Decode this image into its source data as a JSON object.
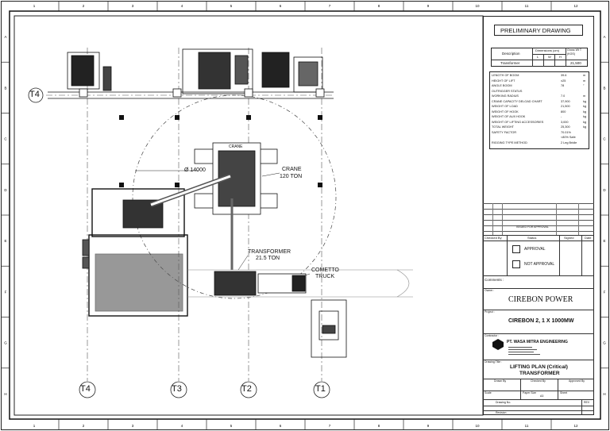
{
  "border": {
    "cols": [
      "1",
      "2",
      "3",
      "4",
      "5",
      "6",
      "7",
      "8",
      "9",
      "10",
      "11",
      "12"
    ],
    "rows": [
      "A",
      "B",
      "C",
      "D",
      "E",
      "F",
      "G",
      "H"
    ]
  },
  "drawing": {
    "grid_labels": [
      "T4",
      "T3",
      "T2",
      "T1"
    ],
    "rotated_label": "CRANE",
    "radius_label": "Ø 14000",
    "crane_label": "CRANE",
    "crane_capacity": "120 TON",
    "transformer_label": "TRANSFORMER",
    "transformer_weight": "21.5 TON",
    "truck_label": "COMETTO",
    "truck_label2": "TRUCK"
  },
  "title_block": {
    "status": "PRELIMINARY DRAWING",
    "dims_table": {
      "desc_header": "Description",
      "dims_header": "Dimensions (cm)",
      "weight_header": "Gross Wt T (KGS)",
      "sub_headers": [
        "L",
        "W",
        "H"
      ],
      "row_desc": "Transformer",
      "row_weight": "21,500"
    },
    "spec_rows": [
      {
        "label": "LENGTH OF BOOM",
        "value": "39.6",
        "unit": "m"
      },
      {
        "label": "HEIGHT OF LIFT",
        "value": "±25",
        "unit": "m"
      },
      {
        "label": "ANGLE BOOM",
        "value": "78",
        "unit": "°"
      },
      {
        "label": "OUTRIGGER STATUS",
        "value": "",
        "unit": ""
      },
      {
        "label": "WORKING RADIUS",
        "value": "7.0",
        "unit": "m"
      },
      {
        "label": "CRANE CAPACITY DELOAD CHART",
        "value": "37,900",
        "unit": "kg"
      },
      {
        "label": "WEIGHT OF LOAD",
        "value": "21,500",
        "unit": "kg"
      },
      {
        "label": "WEIGHT OF HOOK",
        "value": "800",
        "unit": "kg"
      },
      {
        "label": "WEIGHT OF AUX HOOK",
        "value": "-",
        "unit": "kg"
      },
      {
        "label": "WEIGHT OF LIFTING ACCESSORIES",
        "value": "3,000",
        "unit": "kg"
      },
      {
        "label": "TOTAL WEIGHT",
        "value": "25,300",
        "unit": "kg"
      },
      {
        "label": "SAFETY FACTOR",
        "value": "70.01%",
        "unit": ""
      },
      {
        "label": "",
        "value": "<80% Safe",
        "unit": ""
      },
      {
        "label": "RIGGING TYPE METHOD",
        "value": "2 Leg Bridle",
        "unit": ""
      }
    ],
    "revision_row": "ISSUED FOR APPROVAL",
    "approval_headers": [
      "Checked By",
      "Status",
      "Signed",
      "Date"
    ],
    "approval_label": "APPROVAL",
    "not_approval_label": "NOT APPROVAL",
    "comments_label": "Comments :",
    "owner_label": "Owner :",
    "owner": "CIREBON POWER",
    "project_label": "Project :",
    "project": "CIREBON 2, 1 X 1000MW",
    "contractor_label": "Contractor :",
    "company": "PT. WASA MITRA ENGINEERING",
    "drawing_title_label": "Drawing Title :",
    "drawing_title_line1": "LIFTING PLAN (Critical)",
    "drawing_title_line2": "TRANSFORMER",
    "footer_headers": [
      "Drawn By",
      "Checked By",
      "Approved By"
    ],
    "footer_row2": [
      "Scale",
      "Paper Size",
      "Sheet"
    ],
    "paper_size": "A3",
    "drawing_no_label": "Drawing No.",
    "revision_label": "Revision",
    "rev_col_label": "REV"
  }
}
